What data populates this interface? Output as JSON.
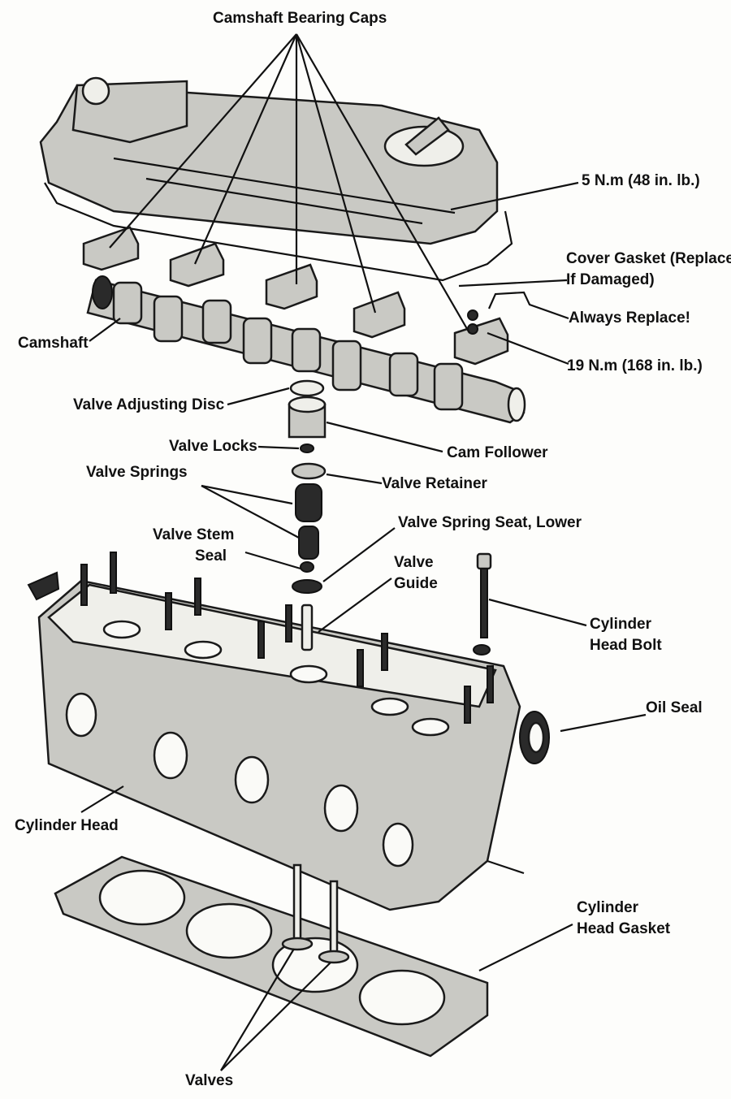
{
  "labels": {
    "camshaft_bearing_caps": "Camshaft Bearing Caps",
    "torque_5nm": "5 N.m (48 in. lb.)",
    "cover_gasket_line1": "Cover Gasket (Replace",
    "cover_gasket_line2": "If Damaged)",
    "always_replace": "Always Replace!",
    "torque_19nm": "19 N.m (168 in. lb.)",
    "camshaft": "Camshaft",
    "valve_adjusting_disc": "Valve Adjusting Disc",
    "valve_locks": "Valve Locks",
    "cam_follower": "Cam Follower",
    "valve_springs": "Valve Springs",
    "valve_retainer": "Valve Retainer",
    "valve_spring_seat_lower": "Valve Spring Seat, Lower",
    "valve_stem_seal_line1": "Valve Stem",
    "valve_stem_seal_line2": "Seal",
    "valve_guide_line1": "Valve",
    "valve_guide_line2": "Guide",
    "cylinder_head_bolt_line1": "Cylinder",
    "cylinder_head_bolt_line2": "Head Bolt",
    "oil_seal": "Oil Seal",
    "cylinder_head": "Cylinder Head",
    "cylinder_head_gasket_line1": "Cylinder",
    "cylinder_head_gasket_line2": "Head Gasket",
    "valves": "Valves"
  },
  "colors": {
    "ink": "#111111",
    "part_fill": "#c9c9c4",
    "paper": "#fdfdfb"
  }
}
